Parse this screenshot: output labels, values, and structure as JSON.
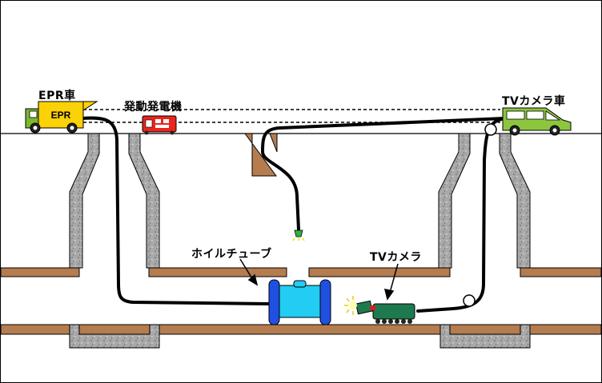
{
  "labels": {
    "epr_truck": "EPR車",
    "epr_body_text": "EPR",
    "generator": "発動発電機",
    "tv_truck": "TVカメラ車",
    "hose_tube": "ホイルチューブ",
    "tv_camera": "TVカメラ"
  },
  "colors": {
    "soil_floor": "#b57e52",
    "concrete": "#a8a8a8",
    "epr_truck_body": "#fbd107",
    "epr_truck_cab": "#7cb82f",
    "tv_truck_body": "#8cc63f",
    "generator": "#e8261c",
    "hose_tube_device": "#22ccf2",
    "hose_tube_wheels": "#2050e0",
    "tv_camera_body": "#1e7a4e",
    "cable": "#000000"
  }
}
